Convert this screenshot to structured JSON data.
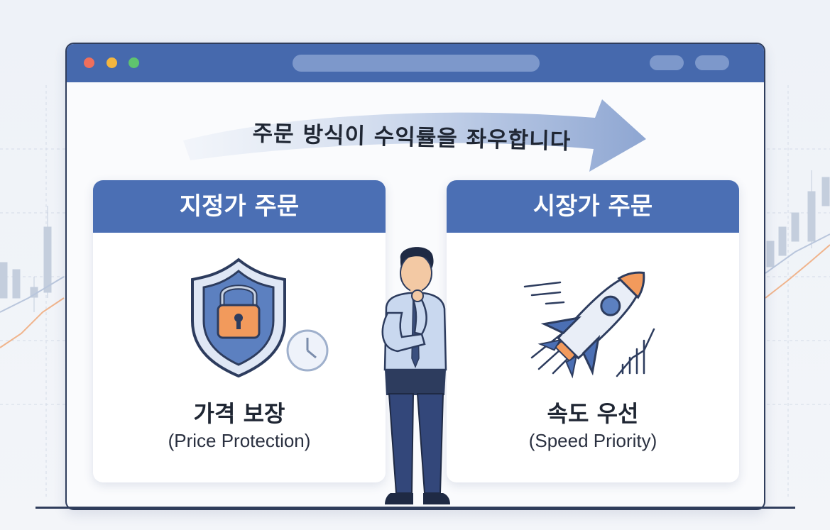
{
  "headline": "주문 방식이 수익률을 좌우합니다",
  "left_card": {
    "header": "지정가 주문",
    "title": "가격 보장",
    "subtitle": "(Price Protection)",
    "icons": [
      "shield-lock-icon",
      "clock-icon"
    ]
  },
  "right_card": {
    "header": "시장가 주문",
    "title": "속도 우선",
    "subtitle": "(Speed Priority)",
    "icons": [
      "rocket-icon",
      "rising-chart-icon"
    ]
  },
  "colors": {
    "window_bar": "#4669ad",
    "card_header": "#4b6fb4",
    "accent_orange": "#f29a5c",
    "background": "#eef2f8"
  }
}
